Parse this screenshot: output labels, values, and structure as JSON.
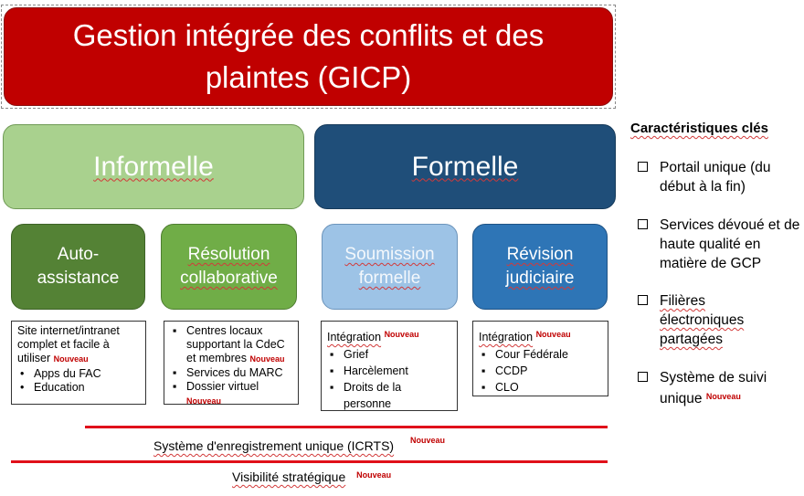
{
  "title": "Gestion intégrée des conflits et des plaintes (GICP)",
  "categories": {
    "informal": "Informelle",
    "formal": "Formelle"
  },
  "streams": {
    "auto": "Auto-assistance",
    "collab": "Résolution collaborative",
    "submission": "Soumission formelle",
    "review": "Révision judiciaire"
  },
  "new_tag": "Nouveau",
  "details": {
    "auto": {
      "intro": "Site internet/intranet complet et facile à utiliser",
      "items": [
        "Apps du FAC",
        "Education"
      ]
    },
    "collab": {
      "items": [
        "Centres locaux supportant la CdeC et membres",
        "Services du MARC",
        "Dossier virtuel"
      ]
    },
    "submission": {
      "header": "Intégration",
      "items": [
        "Grief",
        "Harcèlement",
        "Droits de la personne"
      ]
    },
    "review": {
      "header": "Intégration",
      "items": [
        "Cour Fédérale",
        "CCDP",
        "CLO"
      ]
    }
  },
  "key_features": {
    "title": "Caractéristiques clés",
    "items": [
      "Portail unique (du début à la fin)",
      "Services dévoué et de haute qualité en matière de GCP",
      "Filières électroniques partagées",
      "Système de suivi unique"
    ]
  },
  "footer": {
    "registry": "Système d'enregistrement unique (ICRTS)",
    "visibility": "Visibilité stratégique"
  },
  "colors": {
    "title_bg": "#c00000",
    "informal": "#a9d18e",
    "formal": "#1f4e79",
    "auto": "#548235",
    "collab": "#70ad47",
    "submission": "#9dc3e6",
    "review": "#2e75b6",
    "new_tag": "#c00000",
    "lines": "#e0101a"
  }
}
